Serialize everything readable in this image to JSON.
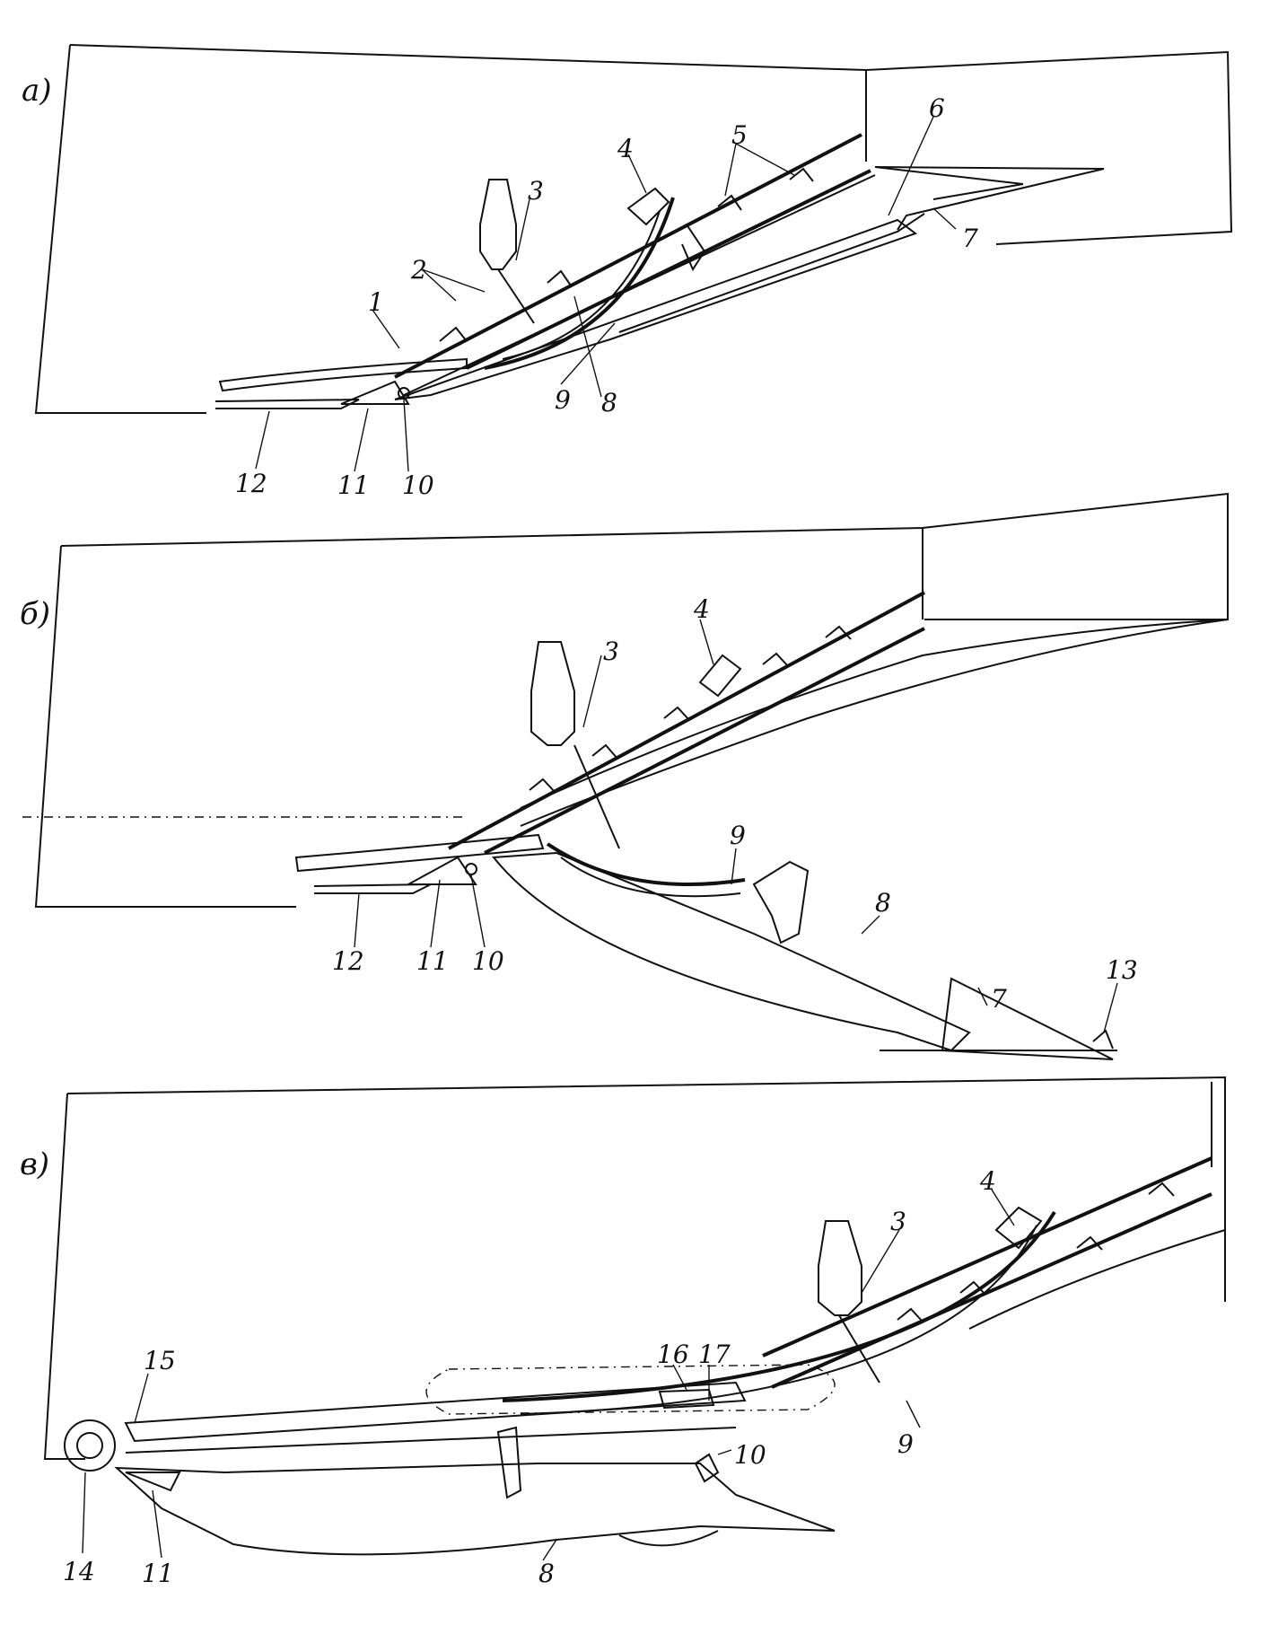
{
  "panels": [
    {
      "id": "a",
      "label": "a)",
      "callouts": [
        "1",
        "2",
        "3",
        "4",
        "5",
        "6",
        "7",
        "8",
        "9",
        "10",
        "11",
        "12"
      ]
    },
    {
      "id": "b",
      "label": "б)",
      "callouts": [
        "3",
        "4",
        "7",
        "8",
        "9",
        "10",
        "11",
        "12",
        "13"
      ]
    },
    {
      "id": "v",
      "label": "в)",
      "callouts": [
        "3",
        "4",
        "8",
        "9",
        "10",
        "11",
        "14",
        "15",
        "16",
        "17"
      ]
    }
  ]
}
